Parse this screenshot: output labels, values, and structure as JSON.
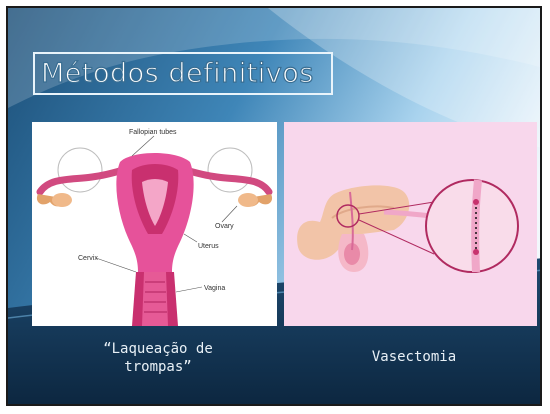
{
  "slide": {
    "title": "Métodos definitivos",
    "left": {
      "caption": "“Laqueação de trompas”",
      "labels": {
        "fallopian_tubes": "Fallopian tubes",
        "ovary": "Ovary",
        "uterus": "Uterus",
        "cervix": "Cervix",
        "vagina": "Vagina"
      }
    },
    "right": {
      "caption": "Vasectomia"
    }
  },
  "colors": {
    "background_dark": "#2f6f9c",
    "background_light": "#e3f1fb",
    "bottom_band": "#0f2e4a",
    "panel_pink": "#f8d7ec",
    "tissue_pink": "#d9548f",
    "skin": "#f2c4a8"
  }
}
